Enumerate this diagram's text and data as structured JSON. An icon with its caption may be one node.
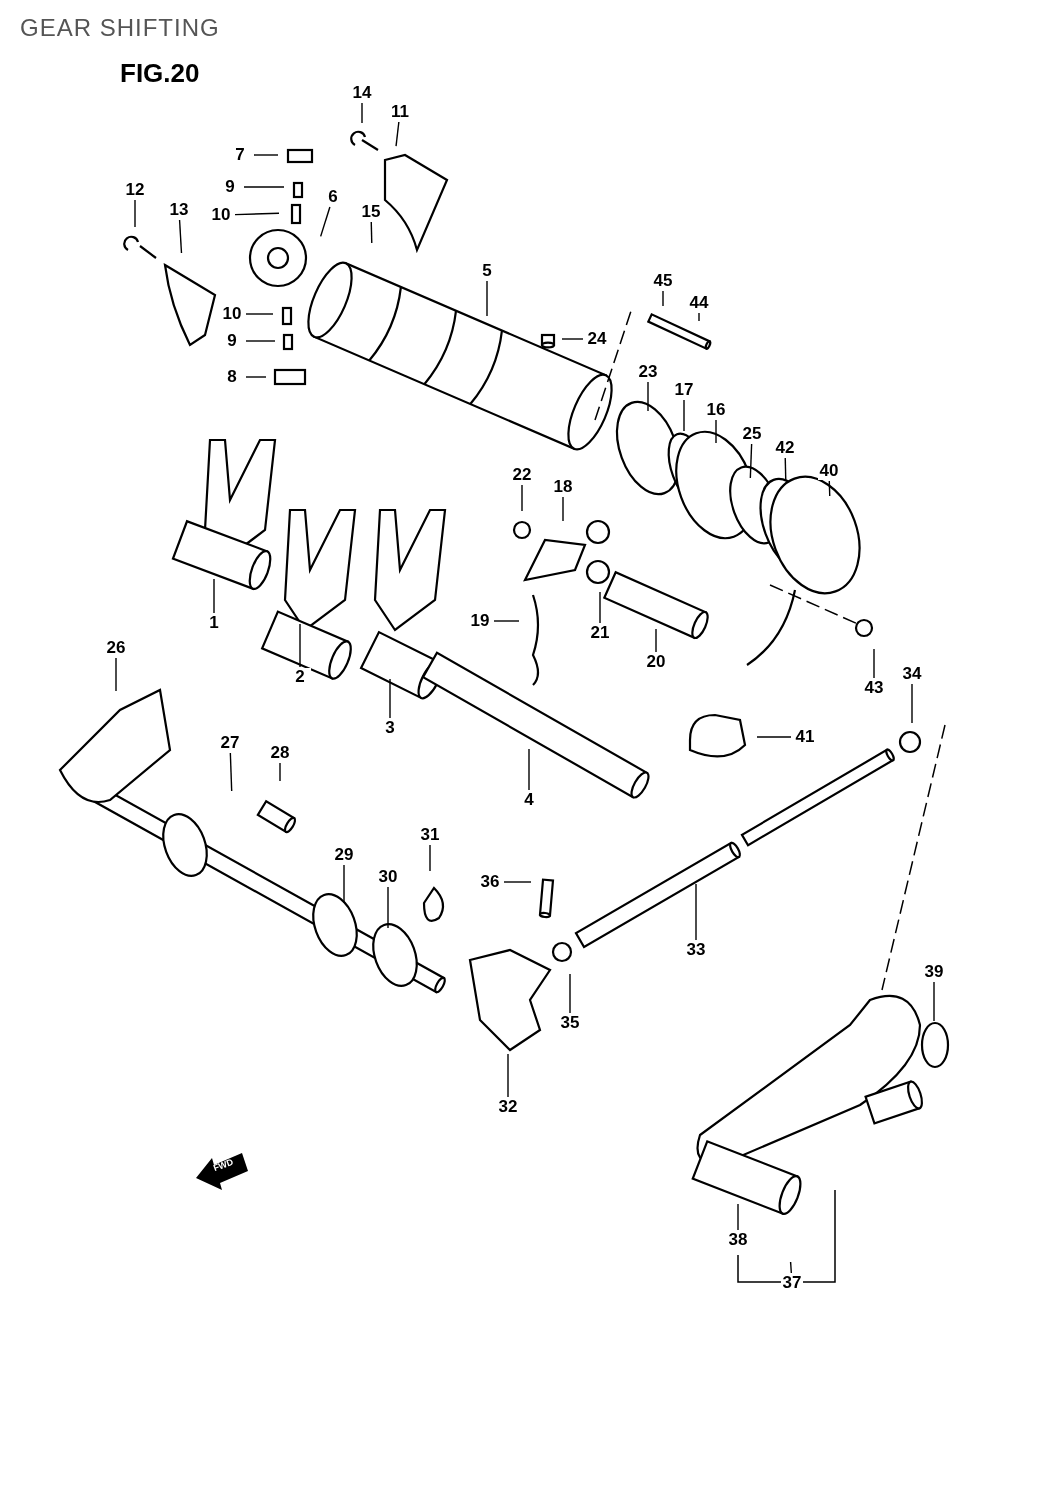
{
  "diagram": {
    "title": "GEAR SHIFTING",
    "nodes": [
      {
        "text": [
          "14"
        ]
      },
      {
        "text": [
          "11"
        ]
      },
      {
        "text": [
          "7"
        ]
      },
      {
        "text": [
          "9"
        ]
      },
      {
        "text": [
          "10"
        ]
      },
      {
        "text": [
          "6"
        ]
      },
      {
        "text": [
          "15"
        ]
      },
      {
        "text": [
          "12"
        ]
      },
      {
        "text": [
          "13"
        ]
      },
      {
        "text": [
          "5"
        ]
      },
      {
        "text": [
          "10"
        ]
      },
      {
        "text": [
          "9"
        ]
      },
      {
        "text": [
          "8"
        ]
      },
      {
        "text": [
          "24"
        ]
      },
      {
        "text": [
          "45"
        ]
      },
      {
        "text": [
          "44"
        ]
      },
      {
        "text": [
          "23"
        ]
      },
      {
        "text": [
          "17"
        ]
      },
      {
        "text": [
          "16"
        ]
      },
      {
        "text": [
          "25"
        ]
      },
      {
        "text": [
          "42"
        ]
      },
      {
        "text": [
          "40"
        ]
      },
      {
        "text": [
          "22"
        ]
      },
      {
        "text": [
          "18"
        ]
      },
      {
        "text": [
          "1"
        ]
      },
      {
        "text": [
          "2"
        ]
      },
      {
        "text": [
          "3"
        ]
      },
      {
        "text": [
          "19"
        ]
      },
      {
        "text": [
          "21"
        ]
      },
      {
        "text": [
          "20"
        ]
      },
      {
        "text": [
          "43"
        ]
      },
      {
        "text": [
          "34"
        ]
      },
      {
        "text": [
          "41"
        ]
      },
      {
        "text": [
          "26"
        ]
      },
      {
        "text": [
          "27"
        ]
      },
      {
        "text": [
          "28"
        ]
      },
      {
        "text": [
          "4"
        ]
      },
      {
        "text": [
          "31"
        ]
      },
      {
        "text": [
          "29"
        ]
      },
      {
        "text": [
          "30"
        ]
      },
      {
        "text": [
          "36"
        ]
      },
      {
        "text": [
          "33"
        ]
      },
      {
        "text": [
          "35"
        ]
      },
      {
        "text": [
          "32"
        ]
      },
      {
        "text": [
          "39"
        ]
      },
      {
        "text": [
          "38"
        ]
      },
      {
        "text": [
          "37"
        ]
      }
    ],
    "edges": [
      {
        "from": 0,
        "to": null,
        "arrow": "none"
      },
      {
        "from": 1,
        "to": null,
        "arrow": "none"
      },
      {
        "from": 2,
        "to": null,
        "arrow": "none"
      },
      {
        "from": 3,
        "to": null,
        "arrow": "none"
      },
      {
        "from": 4,
        "to": null,
        "arrow": "none"
      },
      {
        "from": 5,
        "to": null,
        "arrow": "none"
      },
      {
        "from": 6,
        "to": null,
        "arrow": "none"
      },
      {
        "from": 7,
        "to": null,
        "arrow": "none"
      },
      {
        "from": 8,
        "to": null,
        "arrow": "none"
      },
      {
        "from": 9,
        "to": null,
        "arrow": "none"
      },
      {
        "from": 10,
        "to": null,
        "arrow": "none"
      },
      {
        "from": 11,
        "to": null,
        "arrow": "none"
      },
      {
        "from": 12,
        "to": null,
        "arrow": "none"
      },
      {
        "from": 13,
        "to": null,
        "arrow": "none"
      },
      {
        "from": 14,
        "to": null,
        "arrow": "none"
      },
      {
        "from": 15,
        "to": null,
        "arrow": "none"
      },
      {
        "from": 16,
        "to": null,
        "arrow": "none"
      },
      {
        "from": 17,
        "to": null,
        "arrow": "none"
      },
      {
        "from": 18,
        "to": null,
        "arrow": "none"
      },
      {
        "from": 19,
        "to": null,
        "arrow": "none"
      },
      {
        "from": 20,
        "to": null,
        "arrow": "none"
      },
      {
        "from": 21,
        "to": null,
        "arrow": "none"
      },
      {
        "from": 22,
        "to": null,
        "arrow": "none"
      },
      {
        "from": 23,
        "to": null,
        "arrow": "none"
      },
      {
        "from": 24,
        "to": null,
        "arrow": "none"
      },
      {
        "from": 25,
        "to": null,
        "arrow": "none"
      },
      {
        "from": 26,
        "to": null,
        "arrow": "none"
      },
      {
        "from": 27,
        "to": null,
        "arrow": "none"
      },
      {
        "from": 28,
        "to": null,
        "arrow": "none"
      },
      {
        "from": 29,
        "to": null,
        "arrow": "none"
      },
      {
        "from": 30,
        "to": null,
        "arrow": "none"
      },
      {
        "from": 31,
        "to": null,
        "arrow": "none"
      },
      {
        "from": 32,
        "to": null,
        "arrow": "none"
      },
      {
        "from": 33,
        "to": null,
        "arrow": "none"
      },
      {
        "from": 34,
        "to": null,
        "arrow": "none"
      },
      {
        "from": 35,
        "to": null,
        "arrow": "none"
      },
      {
        "from": 36,
        "to": null,
        "arrow": "none"
      },
      {
        "from": 37,
        "to": null,
        "arrow": "none"
      },
      {
        "from": 38,
        "to": null,
        "arrow": "none"
      },
      {
        "from": 39,
        "to": null,
        "arrow": "none"
      },
      {
        "from": 40,
        "to": null,
        "arrow": "none"
      },
      {
        "from": 41,
        "to": null,
        "arrow": "none"
      },
      {
        "from": 42,
        "to": null,
        "arrow": "none"
      },
      {
        "from": 43,
        "to": null,
        "arrow": "none"
      },
      {
        "from": 44,
        "to": null,
        "arrow": "none"
      },
      {
        "from": 45,
        "to": null,
        "arrow": "none"
      },
      {
        "from": 46,
        "to": null,
        "arrow": "none"
      }
    ],
    "labels": [
      "FIG.20",
      "FWD"
    ]
  }
}
